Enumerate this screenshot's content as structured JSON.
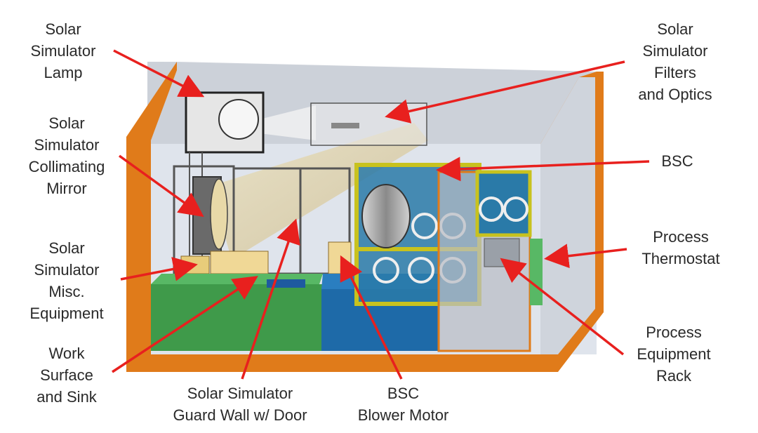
{
  "labels": {
    "lamp": [
      "Solar",
      "Simulator",
      "Lamp"
    ],
    "filters": [
      "Solar",
      "Simulator",
      "Filters",
      "and Optics"
    ],
    "mirror": [
      "Solar",
      "Simulator",
      "Collimating",
      "Mirror"
    ],
    "bsc": [
      "BSC"
    ],
    "misc": [
      "Solar",
      "Simulator",
      "Misc.",
      "Equipment"
    ],
    "thermostat": [
      "Process",
      "Thermostat"
    ],
    "rack": [
      "Process",
      "Equipment",
      "Rack"
    ],
    "sink": [
      "Work",
      "Surface",
      "and Sink"
    ],
    "guard": [
      "Solar Simulator",
      "Guard Wall w/ Door"
    ],
    "blower": [
      "BSC",
      "Blower Motor"
    ]
  },
  "colors": {
    "enclosure": "#e07b1a",
    "arrow": "#e8201e",
    "label_text": "#2a2a2a",
    "bsc_frame": "#c8c21e",
    "work_surface": "#3f9a4a",
    "blower_box": "#1e6aa8",
    "beam": "#d9c48a"
  }
}
